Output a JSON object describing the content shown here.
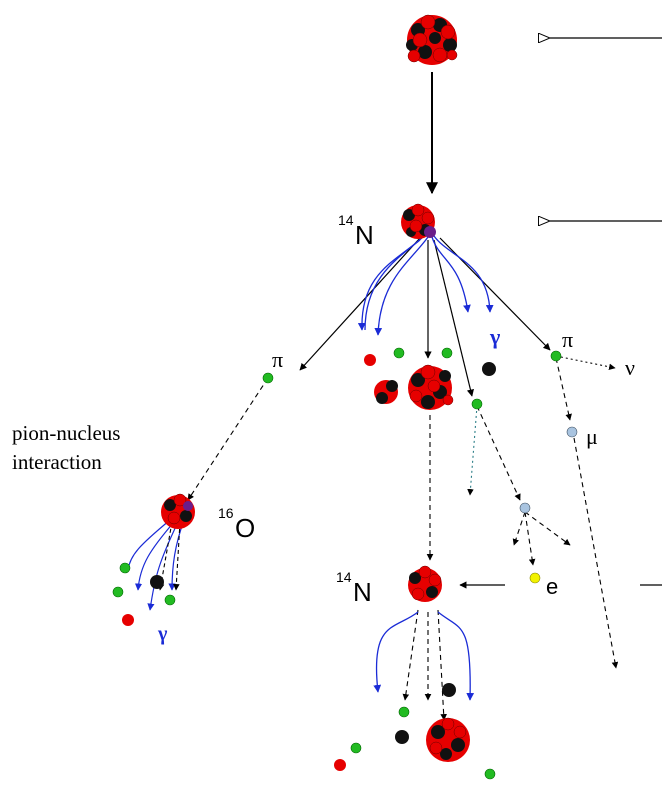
{
  "labels": {
    "n14_top_sup": "14",
    "n14_top": "N",
    "pion_left": "π",
    "pion_right": "π",
    "gamma_top": "γ",
    "nu": "ν",
    "mu": "μ",
    "pion_nucleus_line1": "pion-nucleus",
    "pion_nucleus_line2": "interaction",
    "o16_sup": "16",
    "o16": "O",
    "n14_bottom_sup": "14",
    "n14_bottom": "N",
    "electron": "e",
    "gamma_left": "γ"
  },
  "colors": {
    "proton": "#e60000",
    "neutron": "#111111",
    "pion": "#22bb22",
    "muon": "#a9c4e0",
    "electron": "#f2f200",
    "gamma": "#1a2bd6",
    "arrow": "#000000",
    "neutrino_line": "#2a7d86"
  }
}
